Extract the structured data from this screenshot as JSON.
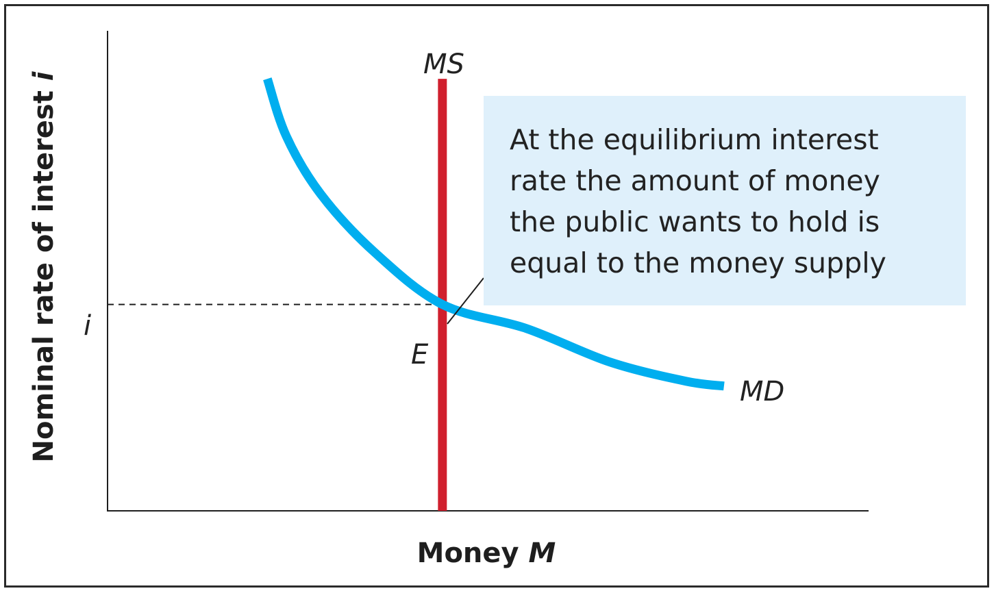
{
  "chart_data": {
    "type": "line",
    "title": "",
    "xlabel": {
      "text": "Money ",
      "variable": "M"
    },
    "ylabel": {
      "text": "Nominal rate of interest ",
      "variable": "i"
    },
    "xlim": [
      0,
      10
    ],
    "ylim": [
      0,
      10
    ],
    "grid": false,
    "series": [
      {
        "name": "MD",
        "kind": "demand-curve",
        "color": "#00aeef",
        "points": [
          [
            2.1,
            9.0
          ],
          [
            2.35,
            7.8
          ],
          [
            2.8,
            6.6
          ],
          [
            3.5,
            5.4
          ],
          [
            4.4,
            4.3
          ],
          [
            5.5,
            3.8
          ],
          [
            6.6,
            3.1
          ],
          [
            7.6,
            2.7
          ],
          [
            8.1,
            2.6
          ]
        ]
      },
      {
        "name": "MS",
        "kind": "vertical-supply",
        "color": "#d0202e",
        "x": 4.4,
        "y_range": [
          0,
          9.0
        ]
      }
    ],
    "equilibrium": {
      "label": "E",
      "x": 4.4,
      "y": 4.3,
      "tick_label": "i",
      "guide_color": "#1e1e1e"
    },
    "annotations": [
      {
        "id": "equilibrium-note",
        "lines": [
          "At the equilibrium interest",
          "rate the amount of money",
          "the public wants to hold is",
          "equal to the money supply"
        ],
        "background": "#dff0fb",
        "points_to": "E"
      }
    ]
  },
  "colors": {
    "axis": "#1e1e1e",
    "demand": "#00aeef",
    "supply": "#d0202e",
    "callout_bg": "#dff0fb",
    "frame": "#2a2a2a"
  }
}
